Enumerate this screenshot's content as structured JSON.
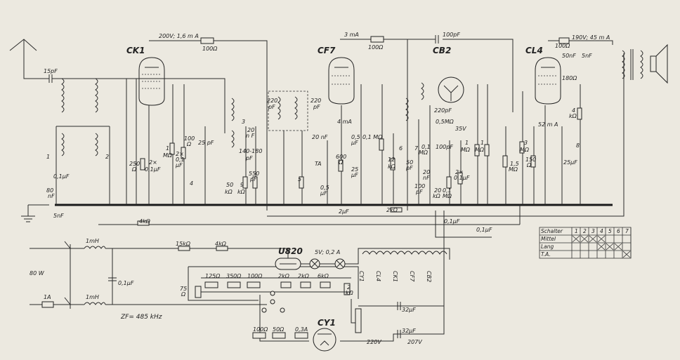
{
  "tubes": [
    {
      "id": "CK1",
      "label": "CK1"
    },
    {
      "id": "CF7",
      "label": "CF7"
    },
    {
      "id": "CB2",
      "label": "CB2"
    },
    {
      "id": "CL4",
      "label": "CL4"
    },
    {
      "id": "CY1",
      "label": "CY1"
    },
    {
      "id": "U820",
      "label": "U820"
    }
  ],
  "top_labels": {
    "ck1_supply": "200V; 1,6 m A",
    "ck1_res": "100Ω",
    "cf7_supply": "3 mA",
    "cf7_res": "100Ω",
    "cb2_cap": "100pF",
    "cl4_res": "100Ω",
    "cl4_supply": "190V; 45 m A",
    "cl4_cap1": "50nF",
    "cl4_cap2": "5nF",
    "cl4_res2": "180Ω"
  },
  "components": {
    "ant_cap": "15pF",
    "c_80nf": "80",
    "c_80nf_unit": "nF",
    "c_5nf": "5nF",
    "c_01uf": "0,1μF",
    "r_250": "250",
    "r_250_unit": "Ω",
    "c_2x01": "2×",
    "c_2x01b": "0,1μF",
    "r_1m": "1",
    "r_1m_unit": "MΩ",
    "r_2x01": "2×",
    "r_2x01b": "0,1",
    "r_2x01c": "μF",
    "r_100": "100",
    "r_100_unit": "Ω",
    "c_25pf": "25 pF",
    "c_20nf": "20",
    "c_20nf_unit": "n F",
    "c_140_180": "140-180",
    "c_140_180u": "pF",
    "r_50k": "50",
    "r_50k_unit": "kΩ",
    "r_9": "9",
    "r_9_unit": "kΩ",
    "c_550": "550",
    "c_550_unit": "pF",
    "c_220a": "220",
    "c_220a_unit": "pF",
    "c_220b": "220",
    "c_220b_unit": "pF",
    "c_20nf2": "20 nF",
    "ta": "TA",
    "c_05a": "0,5",
    "c_05a_unit": "μF",
    "cf7_cur": "4 mA",
    "r_600": "600",
    "r_600_unit": "Ω",
    "c_05b": "0,5",
    "c_05b_unit": "μF",
    "r_01m": "0,1 MΩ",
    "c_25uf": "25",
    "c_25uf_unit": "μF",
    "r_12k": "12",
    "r_12k_unit": "kΩ",
    "c_220pf3": "220pF",
    "r_05m": "0,5MΩ",
    "c_100pf2": "100pF",
    "v_35": "35V",
    "r_01m2": "0,1",
    "r_01m2_unit": "MΩ",
    "c_50pf": "50",
    "c_50pf_unit": "pF",
    "c_100pf3": "100",
    "c_100pf3_unit": "pF",
    "c_20nf3": "20",
    "c_20nf3_unit": "nF",
    "r_20k": "20",
    "r_20k_unit": "kΩ",
    "r_01m3": "0,1",
    "r_01m3_unit": "MΩ",
    "c_2x01d": "2×",
    "c_2x01e": "0,1μF",
    "r_1ma": "1",
    "r_1ma_unit": "MΩ",
    "r_1mb": "1",
    "r_1mb_unit": "MΩ",
    "r_15m": "1,5",
    "r_15m_unit": "MΩ",
    "r_3m": "3",
    "r_3m_unit": "MΩ",
    "r_150": "150",
    "r_150_unit": "Ω",
    "cl4_cur": "52 m A",
    "c_25uf2": "25μF",
    "r_4k": "4",
    "r_4k_unit": "kΩ",
    "c_2uf": "2μF",
    "r_2k": "2kΩ",
    "c_01uf2": "0,1μF",
    "c_01uf3": "0,1μF",
    "r_4k2": "4kΩ",
    "r_15k": "15kΩ",
    "r_4k3": "4kΩ",
    "sw1": "1",
    "sw2": "2",
    "sw3": "3",
    "sw4": "4",
    "sw5": "5",
    "sw6": "6",
    "sw7": "7",
    "sw8": "8"
  },
  "psu": {
    "l1": "1mH",
    "l2": "1mH",
    "power": "80 W",
    "fuse": "1A",
    "c_psu": "0,1μF",
    "zf": "ZF= 485 kHz",
    "lamp": "5V; 0,2 A",
    "r_125": "125Ω",
    "r_350": "350Ω",
    "r_100": "100Ω",
    "r_75": "75",
    "r_75_unit": "Ω",
    "r_2k_a": "2kΩ",
    "r_2k_b": "2kΩ",
    "r_6k": "6kΩ",
    "r_2k_c": "2",
    "r_2k_c_unit": "kΩ",
    "r_100b": "100Ω",
    "r_50": "50Ω",
    "fuse2": "0,3A",
    "c_32a": "32μF",
    "c_32b": "32μF",
    "v220": "220V",
    "v207": "207V",
    "heaters": [
      "CY1",
      "CL4",
      "CK1",
      "CF7",
      "CB2"
    ]
  },
  "switch_table": {
    "header": [
      "Schalter",
      "1",
      "2",
      "3",
      "4",
      "5",
      "6",
      "7"
    ],
    "rows": [
      {
        "name": "Mittel",
        "marks": [
          true,
          true,
          true,
          true,
          false,
          false,
          false
        ]
      },
      {
        "name": "Lang",
        "marks": [
          false,
          false,
          false,
          true,
          true,
          true,
          false
        ]
      },
      {
        "name": "T.A.",
        "marks": [
          false,
          false,
          false,
          false,
          false,
          false,
          true
        ]
      }
    ]
  }
}
